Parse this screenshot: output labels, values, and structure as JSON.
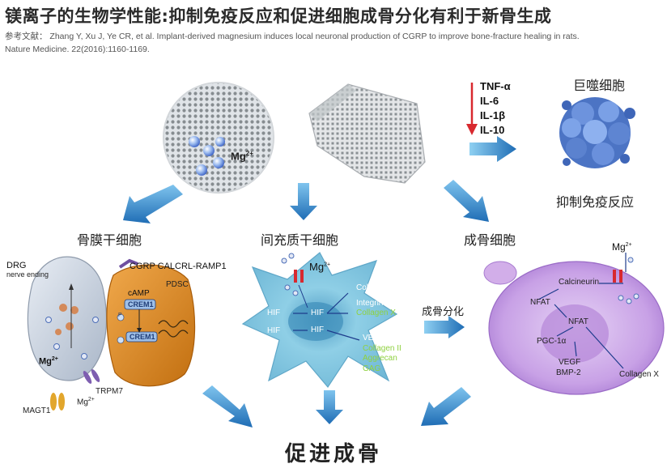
{
  "header": {
    "title": "镁离子的生物学性能:抑制免疫反应和促进细胞成骨分化有利于新骨生成",
    "reference_line1": "参考文献：  Zhang Y, Xu J, Ye CR, et al. Implant-derived magnesium induces local neuronal production of CGRP to improve bone-fracture healing in rats.",
    "reference_line2": "Nature Medicine. 22(2016):1160-1169."
  },
  "implant": {
    "ion_label": "Mg",
    "ion_charge": "2+"
  },
  "cytokines": [
    "TNF-α",
    "IL-6",
    "IL-1β",
    "IL-10"
  ],
  "macrophage": {
    "title": "巨噬细胞",
    "effect": "抑制免疫反应"
  },
  "cells": {
    "periosteal": "骨膜干细胞",
    "mesenchymal": "间充质干细胞",
    "osteoblast": "成骨细胞"
  },
  "periosteal_panel": {
    "drg": "DRG",
    "nerve_ending": "nerve  ending",
    "cgrp": "CGRP CALCRL-RAMP1",
    "pdsc": "PDSC",
    "camp": "cAMP",
    "crem1_top": "CREM1",
    "crem1_bottom": "CREM1",
    "p_label": "P",
    "mg": "Mg",
    "mg_charge": "2+",
    "trpm7": "TRPM7",
    "magt1": "MAGT1",
    "mg_lower": "Mg",
    "mg_lower_charge": "2+"
  },
  "msc_panel": {
    "mg": "Mg",
    "mg_charge": "2+",
    "hif_left_top": "HIF",
    "hif_left_bottom": "HIF",
    "hif_mid_top": "HIF",
    "hif_mid_bottom": "HIF",
    "collagen1": "Collagen I",
    "integrins": "Integrins",
    "collagen10": "Collagen X",
    "vegf": "VEGF",
    "collagen2": "Collagen II",
    "aggrecan": "Aggrecan",
    "gag": "GAG",
    "differentiation": "成骨分化"
  },
  "osteoblast_panel": {
    "mg": "Mg",
    "mg_charge": "2+",
    "calcineurin": "Calcineurin",
    "nfat_outer": "NFAT",
    "nfat_inner": "NFAT",
    "pgc": "PGC-1α",
    "vegf": "VEGF",
    "bmp": "BMP-2",
    "collagen": "Collagen  X"
  },
  "footer": {
    "label": "促进成骨"
  },
  "colors": {
    "arrow_blue": "#2f7fc3",
    "arrow_red": "#d8292f",
    "msc_cyan": "#8fcfe6",
    "osteoblast_purple": "#c9a6e6",
    "pdsc_orange": "#d9861f",
    "macrophage_blue": "#5f86d4",
    "green_text": "#8fd140"
  }
}
